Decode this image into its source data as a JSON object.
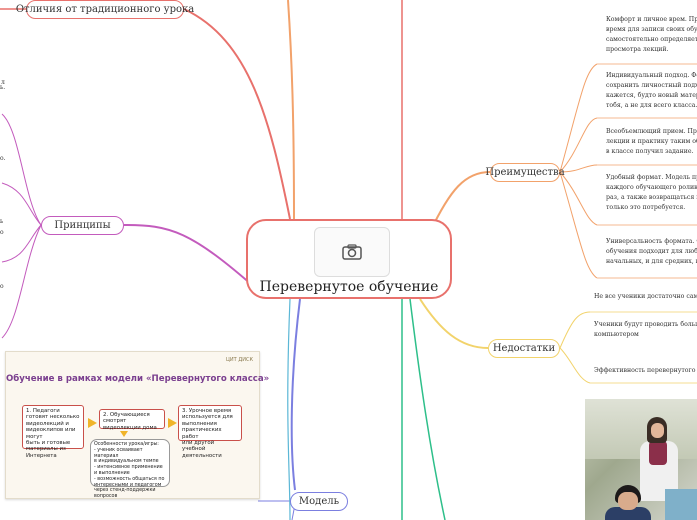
{
  "central": {
    "title": "Перевернутое обучение",
    "image_icon": "camera-icon"
  },
  "branches": {
    "differences": "Отличия от традиционного урока",
    "principles": "Принципы",
    "advantages": "Преимущества",
    "disadvantages": "Недостатки",
    "model": "Модель"
  },
  "left_fragments": [
    "л",
    "ь.",
    "о.",
    "ь",
    "о",
    "о"
  ],
  "advantages": [
    {
      "lines": [
        "Комфорт и личное врем. Пре",
        "время для записи своих обуча",
        "самостоятельно определяет вр",
        "просмотра лекций."
      ]
    },
    {
      "lines": [
        "Индивидуальный подход. Фор",
        "сохранить личностный подход",
        "кажется, будто новый материа",
        "тобя, а не для всего класса."
      ]
    },
    {
      "lines": [
        "Всеобъемлющий прием. Прим",
        "лекции и практику таким обра",
        "в классе получил задание."
      ]
    },
    {
      "lines": [
        "Удобный формат. Модель пре",
        "каждого обучающего ролика п",
        "раз, а также возвращаться к пр",
        "только это потребуется."
      ]
    },
    {
      "lines": [
        "Универсальность формата. Фо",
        "обучения подходит для любог",
        "начальных, и для средних, и д"
      ]
    }
  ],
  "disadvantages": [
    {
      "lines": [
        "Не все ученики достаточно самос"
      ]
    },
    {
      "lines": [
        "Ученики будут проводить больше",
        "компьютером"
      ]
    },
    {
      "lines": [
        "Эффективность перевернутого кла"
      ]
    }
  ],
  "model_image": {
    "title": "Обучение в рамках модели «Перевернутого класса»",
    "logo": "ЦИТ ДИСК",
    "step1": "1. Педагоги\nготовят несколько\nвидеолекций и\nвидеоклипов или могут\nбыть и готовые\nматериалы из\nИнтернета",
    "step2": "2. Обучающиеся\nсмотрят\nвидеолекции дома",
    "step3": "3. Урочное время\nиспользуется для\nвыполнения\nпрактических работ\nили другой учебной\nдеятельности",
    "note": "Особенности урока/игры:\n- ученик осваивает материал\nв индивидуальном темпе\n- интенсивное применение\nи выполнение\n- возможность общаться по\nинтересными и педагогом\nчерез стенд-поддержки\nвопросов"
  },
  "colors": {
    "central": "#e8716c",
    "differences": "#e8716c",
    "principles": "#c35bbd",
    "advantages": "#f2a26b",
    "disadvantages": "#f2d36b",
    "model": "#7b7fe0",
    "green": "#2ebf8a"
  }
}
